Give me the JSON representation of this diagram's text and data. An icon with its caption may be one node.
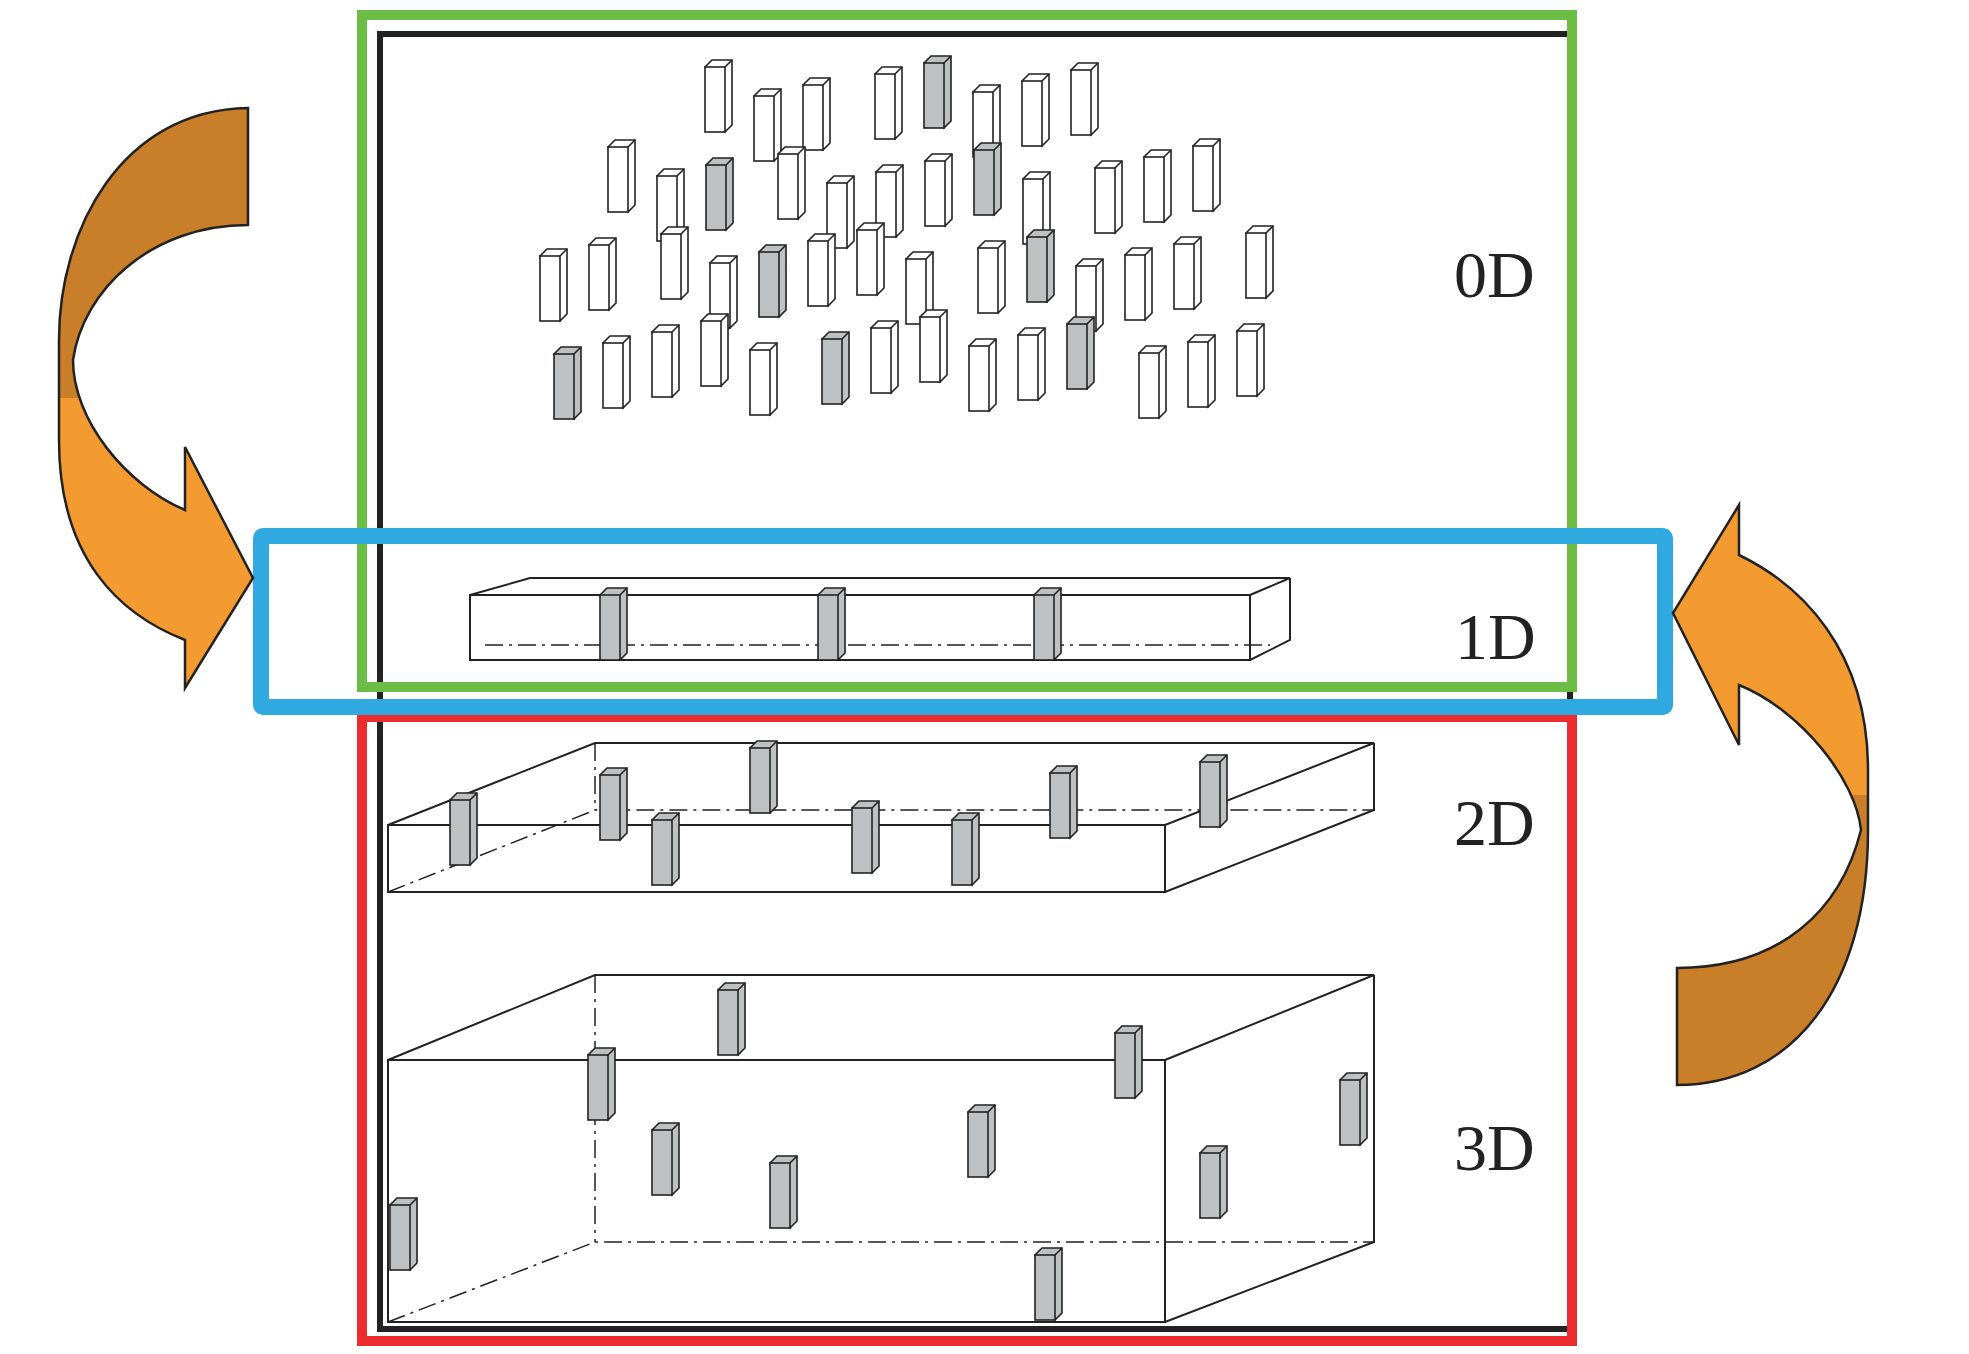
{
  "diagram": {
    "nodes": [
      {
        "text": [
          "0D"
        ]
      },
      {
        "text": [
          "1D"
        ]
      },
      {
        "text": [
          "2D",
          "3D"
        ]
      }
    ],
    "edges": [
      {
        "from": null,
        "to": 1,
        "arrow": "to"
      },
      {
        "from": null,
        "to": 1,
        "arrow": "to"
      }
    ]
  }
}
